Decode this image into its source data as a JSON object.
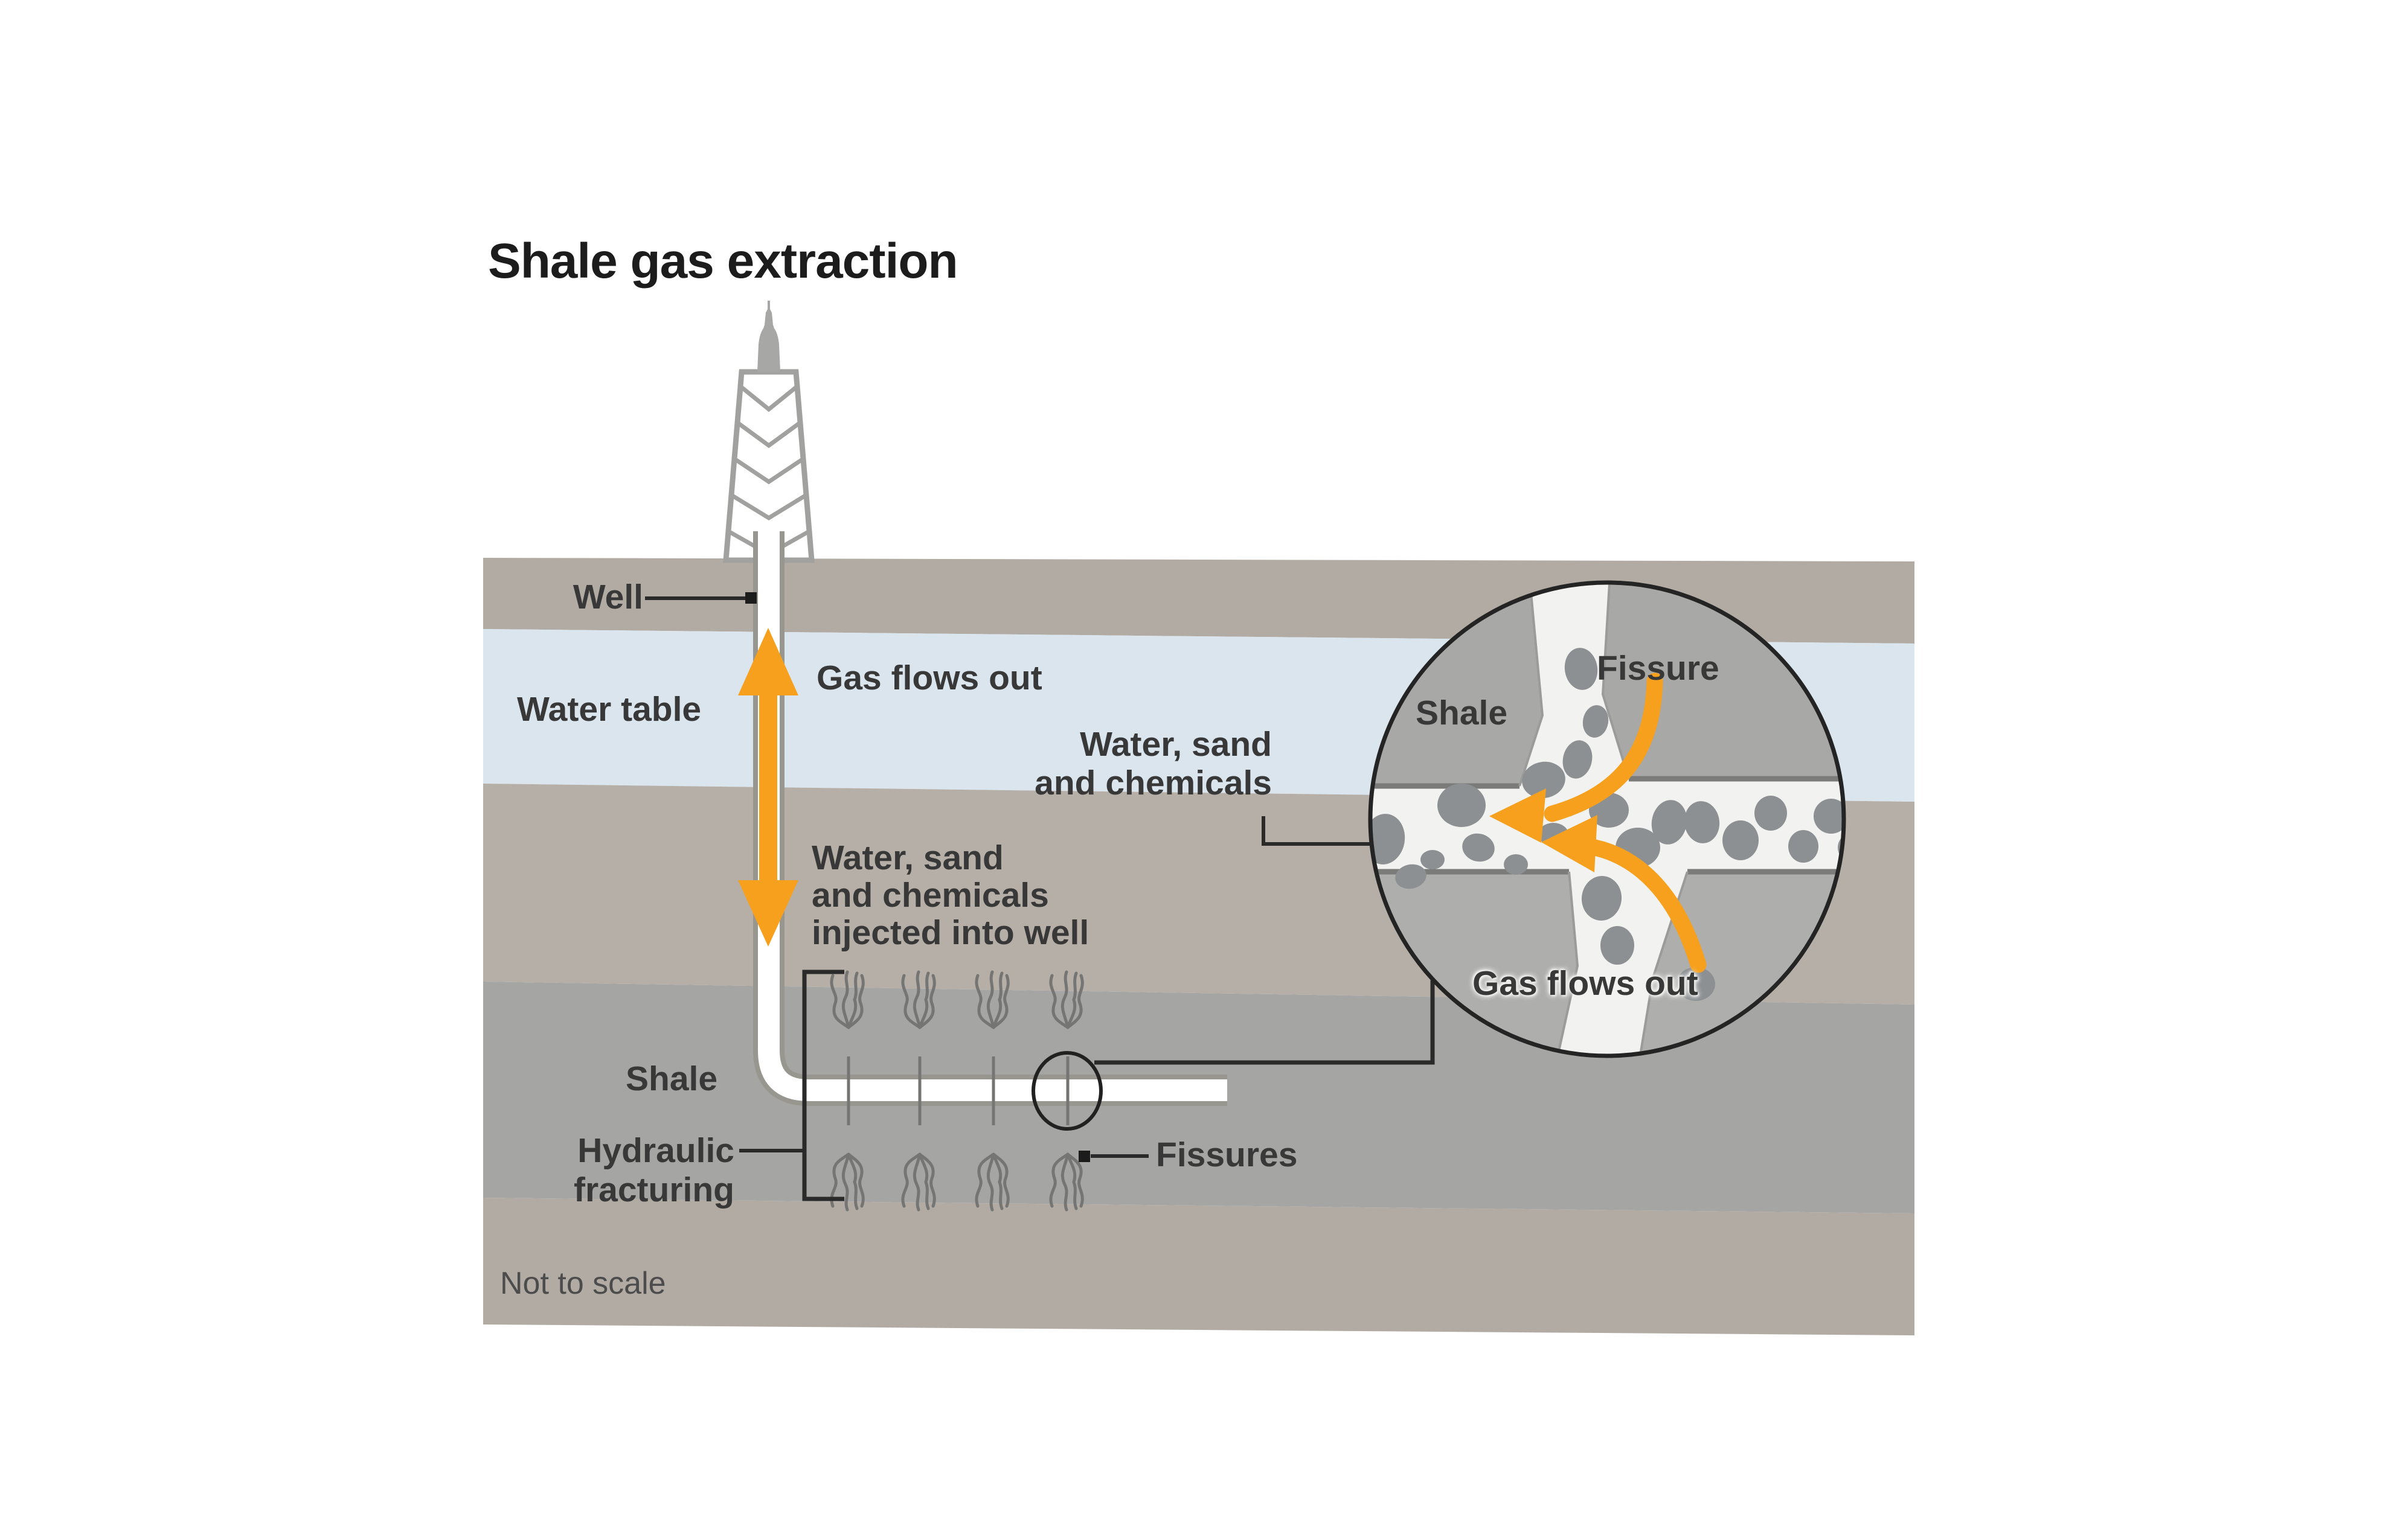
{
  "title": "Shale gas extraction",
  "footnote": "Not to scale",
  "colors": {
    "orange": "#f6a01e",
    "water-blue": "#dae5ee",
    "soil-top": "#b2aba3",
    "soil-mid": "#b6afa7",
    "shale-dark": "#a5a5a3",
    "soil-bottom": "#b1aba4",
    "inset-channel": "#f2f2f0",
    "inset-block-top": "#a8a8a6",
    "inset-block-bottom": "#aeaeac",
    "pebble-grey": "#8c9093",
    "label-text": "#383838"
  },
  "main_diagram": {
    "labels": {
      "well": "Well",
      "gas_flows_out": "Gas flows out",
      "water_table": "Water table",
      "injection": "Water, sand\nand chemicals\ninjected into well",
      "shale": "Shale",
      "hydraulic_fracturing": "Hydraulic\nfracturing",
      "fissures": "Fissures"
    }
  },
  "inset": {
    "labels": {
      "shale": "Shale",
      "fissure": "Fissure",
      "water_sand_chemicals": "Water, sand\nand chemicals",
      "gas_flows_out": "Gas flows out"
    }
  }
}
